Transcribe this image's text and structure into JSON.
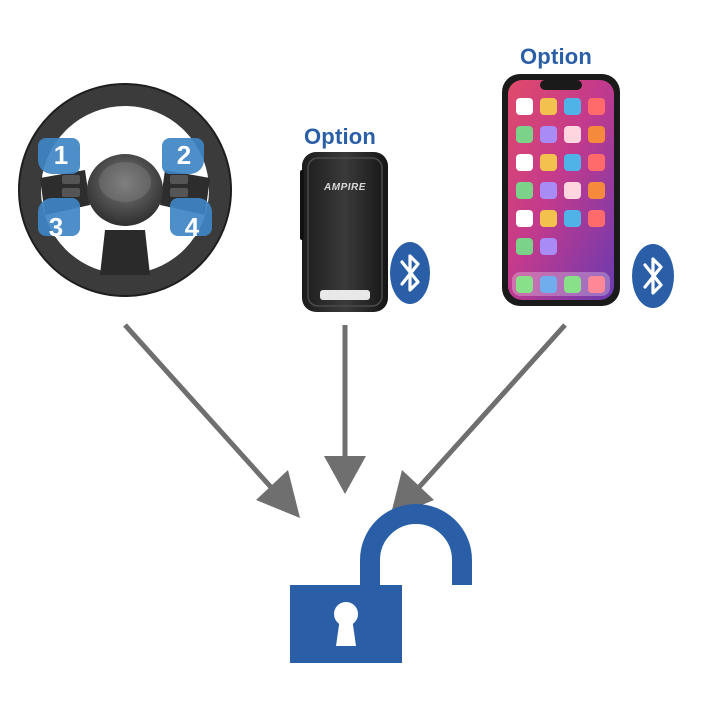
{
  "steering_wheel": {
    "buttons": [
      "1",
      "2",
      "3",
      "4"
    ]
  },
  "key_fob": {
    "option_label": "Option",
    "brand_text": "AMPIRE"
  },
  "smartphone": {
    "option_label": "Option"
  },
  "icons": {
    "bluetooth": "bluetooth-icon",
    "lock": "open-padlock-icon"
  },
  "colors": {
    "accent_blue": "#2a5fa8",
    "button_blue": "#3f86c6",
    "arrow_gray": "#6f6f6f"
  }
}
